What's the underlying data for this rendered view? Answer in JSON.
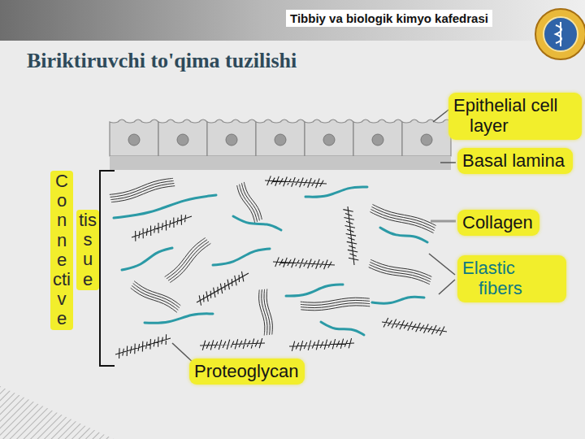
{
  "diagram": {
    "title": "Biriktiruvchi to'qima tuzilishi",
    "nodes": [
      {
        "text": [
          "Epithelial cell layer"
        ]
      },
      {
        "text": [
          "Basal lamina"
        ]
      },
      {
        "text": [
          "Connective",
          "tissue"
        ]
      },
      {
        "text": [
          "Collagen"
        ]
      },
      {
        "text": [
          "Elastic fibers"
        ]
      },
      {
        "text": [
          "Proteoglycan"
        ]
      }
    ],
    "labels": [
      "Tibbiy va biologik kimyo kafedrasi"
    ]
  }
}
